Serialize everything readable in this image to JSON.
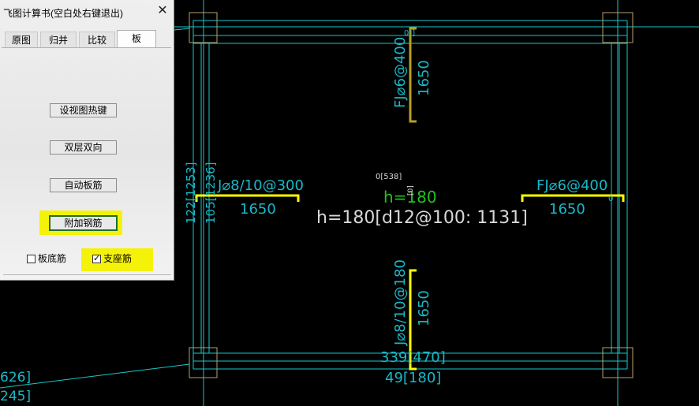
{
  "panel": {
    "title": "飞图计算书(空白处右键退出)",
    "close_glyph": "✕",
    "tabs": [
      "原图",
      "归并",
      "比较",
      "板"
    ],
    "active_tab": "板",
    "buttons": {
      "set_hotkey": "设视图热键",
      "double_layer": "双层双向",
      "auto_rebar": "自动板筋",
      "additional_rebar": "附加钢筋"
    },
    "checkboxes": [
      {
        "label": "板底筋",
        "checked": false
      },
      {
        "label": "支座筋",
        "checked": true
      }
    ],
    "check_mark": "✓"
  },
  "drawing": {
    "slab_center": {
      "thickness_label": "h=180",
      "thickness_tag": "h=",
      "thickness_value": "180",
      "reinforcement": "h=180[d12@100: 1131]",
      "small_tag": "0[538]",
      "small_tag_mid": "[0]",
      "small_tag_right": "0"
    },
    "top_rebar": {
      "spec": "FJ⌀6@400",
      "length": "1650",
      "tag": "0[]"
    },
    "left_rebar": {
      "spec": "J⌀8/10@300",
      "length": "1650",
      "side_tags": [
        "122[1253]",
        "105[1236]"
      ]
    },
    "right_rebar": {
      "spec": "FJ⌀6@400",
      "length": "1650",
      "tag": "0"
    },
    "bottom_rebar": {
      "spec": "J⌀8/10@180",
      "length": "1650",
      "tags": [
        "339[470]",
        "49[180]"
      ]
    },
    "bottom_left_tags": [
      "626]",
      "245]"
    ]
  },
  "colors": {
    "canvas_bg": "#000000",
    "beam_lines": "#19c7c7",
    "dim_text": "#18b8c8",
    "rebar_yellow": "#ffff00",
    "rebar_dim_yellow": "#b8a020",
    "thickness_green": "#22c022",
    "white_text": "#d8d8d8",
    "highlight": "#f5f20a"
  }
}
